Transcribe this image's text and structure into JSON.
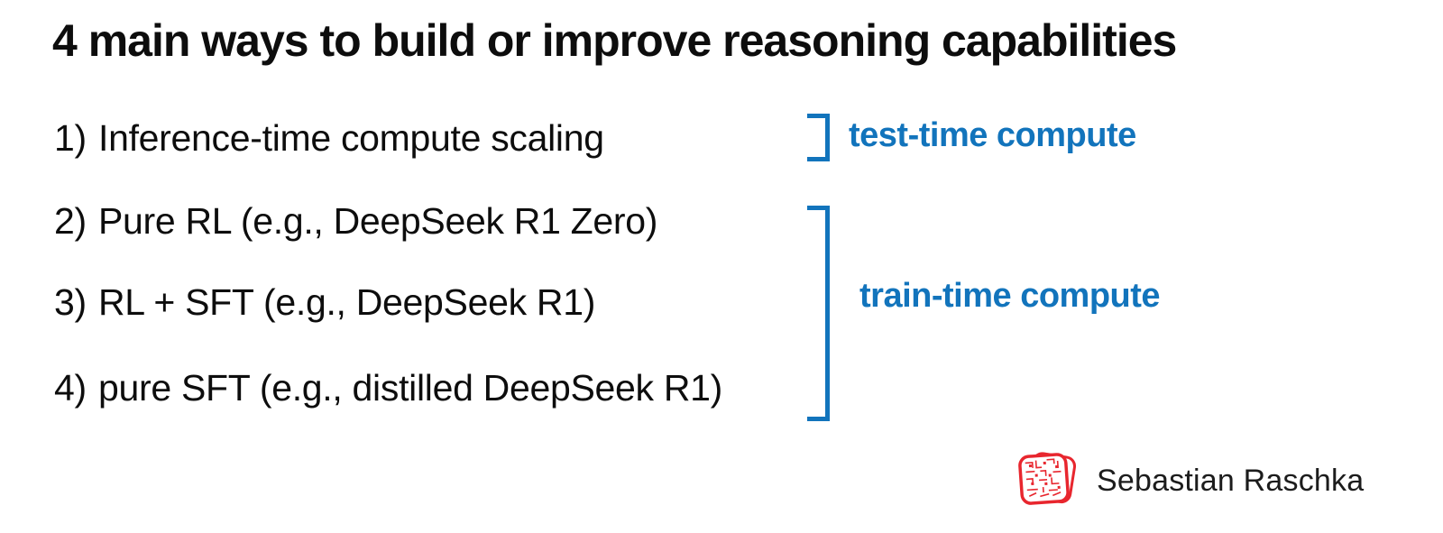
{
  "title": "4 main ways to build or improve reasoning capabilities",
  "list": {
    "items": [
      {
        "number": "1)",
        "text": "Inference-time compute scaling"
      },
      {
        "number": "2)",
        "text": "Pure RL (e.g., DeepSeek R1 Zero)"
      },
      {
        "number": "3)",
        "text": "RL + SFT (e.g., DeepSeek R1)"
      },
      {
        "number": "4)",
        "text": "pure SFT (e.g., distilled DeepSeek R1)"
      }
    ]
  },
  "annotations": {
    "test_time": {
      "label": "test-time compute",
      "covers_items": [
        1
      ]
    },
    "train_time": {
      "label": "train-time compute",
      "covers_items": [
        2,
        3,
        4
      ]
    }
  },
  "footer": {
    "brand_name": "Sebastian Raschka",
    "logo_icon": "circuit-stamp-icon"
  },
  "colors": {
    "accent_blue": "#1274bc",
    "brand_red": "#e8262e",
    "text_black": "#0d0d0d",
    "background": "#ffffff"
  }
}
